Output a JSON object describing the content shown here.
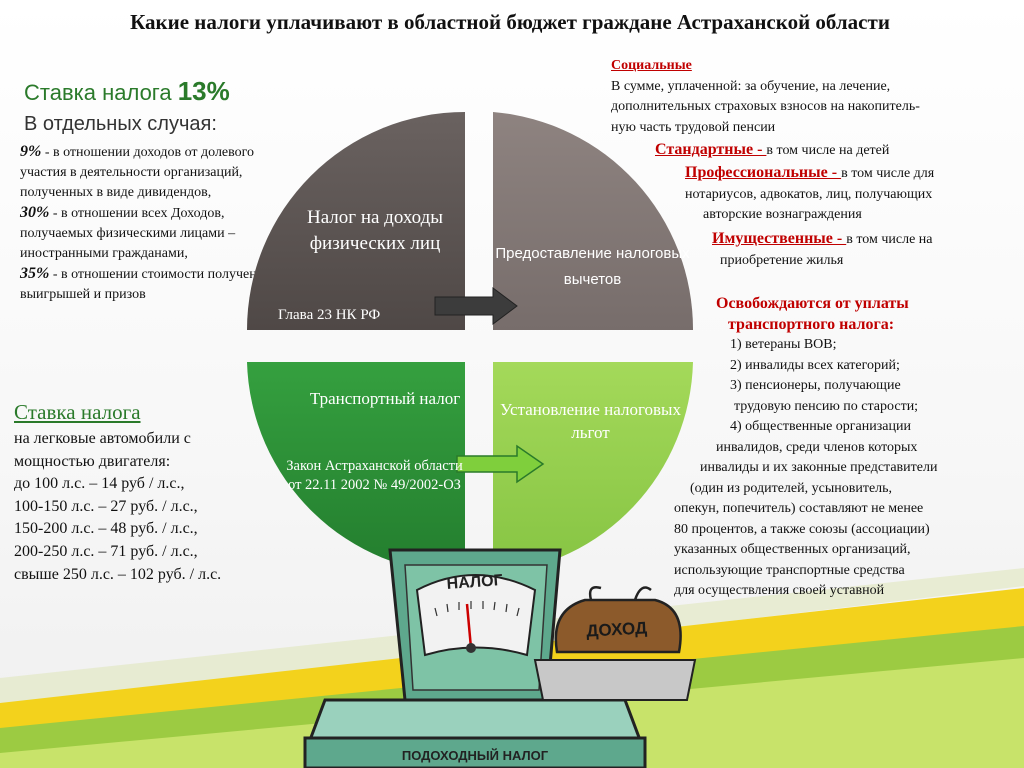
{
  "title": "Какие налоги уплачивают в областной бюджет граждане Астраханской области",
  "left": {
    "rate_label": "Ставка налога",
    "rate_value": "13%",
    "special": "В отдельных случая:",
    "items": [
      {
        "pct": "9%",
        "text": " - в отношении доходов от долевого участия в деятельности организаций, полученных в виде дивидендов,"
      },
      {
        "pct": "30%",
        "text": " - в отношении всех Доходов, получаемых физическими лицами – иностранными гражданами,"
      },
      {
        "pct": "35%",
        "text": " - в отношении стоимости полученных выигрышей и призов"
      }
    ]
  },
  "transport_rates": {
    "heading": "Ставка налога",
    "lines": [
      "на легковые автомобили с",
      "мощностью двигателя:",
      "до 100 л.с. – 14 руб / л.с.,",
      "100-150 л.с. – 27 руб. / л.с.,",
      "150-200 л.с. – 48 руб. / л.с.,",
      "200-250 л.с. – 71 руб. / л.с.,",
      "свыше 250 л.с. – 102 руб. / л.с."
    ]
  },
  "quadrants": {
    "tl_title": "Налог на доходы физических лиц",
    "tl_note": "Глава 23 НК РФ",
    "tr_title": "Предоставление налоговых вычетов",
    "bl_title": "Транспортный налог",
    "bl_note": "Закон Астраханской области от 22.11 2002 № 49/2002-ОЗ",
    "br_title": "Установление налоговых льгот",
    "colors": {
      "tl": "#5e5654",
      "tr": "#857a78",
      "bl": "#2f8f3a",
      "br": "#93cf4f"
    }
  },
  "deductions": {
    "social_head": "Социальные",
    "social_lines": [
      "В сумме, уплаченной: за   обучение, на лечение,",
      "дополнительных  страховых взносов  на  накопитель-",
      " ную часть  трудовой пенсии"
    ],
    "standard_head": "Стандартные  - ",
    "standard_text": " в том числе на детей",
    "prof_head": "Профессиональные - ",
    "prof_lines": [
      "в том числе для",
      "нотариусов, адвокатов, лиц, получающих",
      "авторские вознаграждения"
    ],
    "property_head": "Имущественные - ",
    "property_lines": [
      "в том числе на",
      "приобретение жилья"
    ]
  },
  "exemptions": {
    "heading_lines": [
      "Освобождаются от уплаты",
      "транспортного налога:"
    ],
    "lines": [
      "1) ветераны ВОВ;",
      "2) инвалиды всех категорий;",
      " 3) пенсионеры, получающие",
      "трудовую пенсию по старости;",
      "4) общественные организации",
      "инвалидов, среди членов которых",
      "инвалиды и их законные представители",
      "(один из родителей, усыновитель,",
      "опекун, попечитель) составляют не менее",
      "80 процентов, а также союзы (ассоциации)",
      "указанных общественных организаций,",
      "использующие транспортные средства",
      "для осуществления своей уставной"
    ]
  },
  "scale": {
    "dial_label": "НАЛОГ",
    "bag_label": "ДОХОД",
    "base_label": "ПОДОХОДНЫЙ НАЛОГ"
  },
  "colors": {
    "accent_green": "#2a7a2a",
    "accent_red": "#c00000",
    "stripe_yellow": "#f3d21c",
    "stripe_green": "#93c83e"
  }
}
